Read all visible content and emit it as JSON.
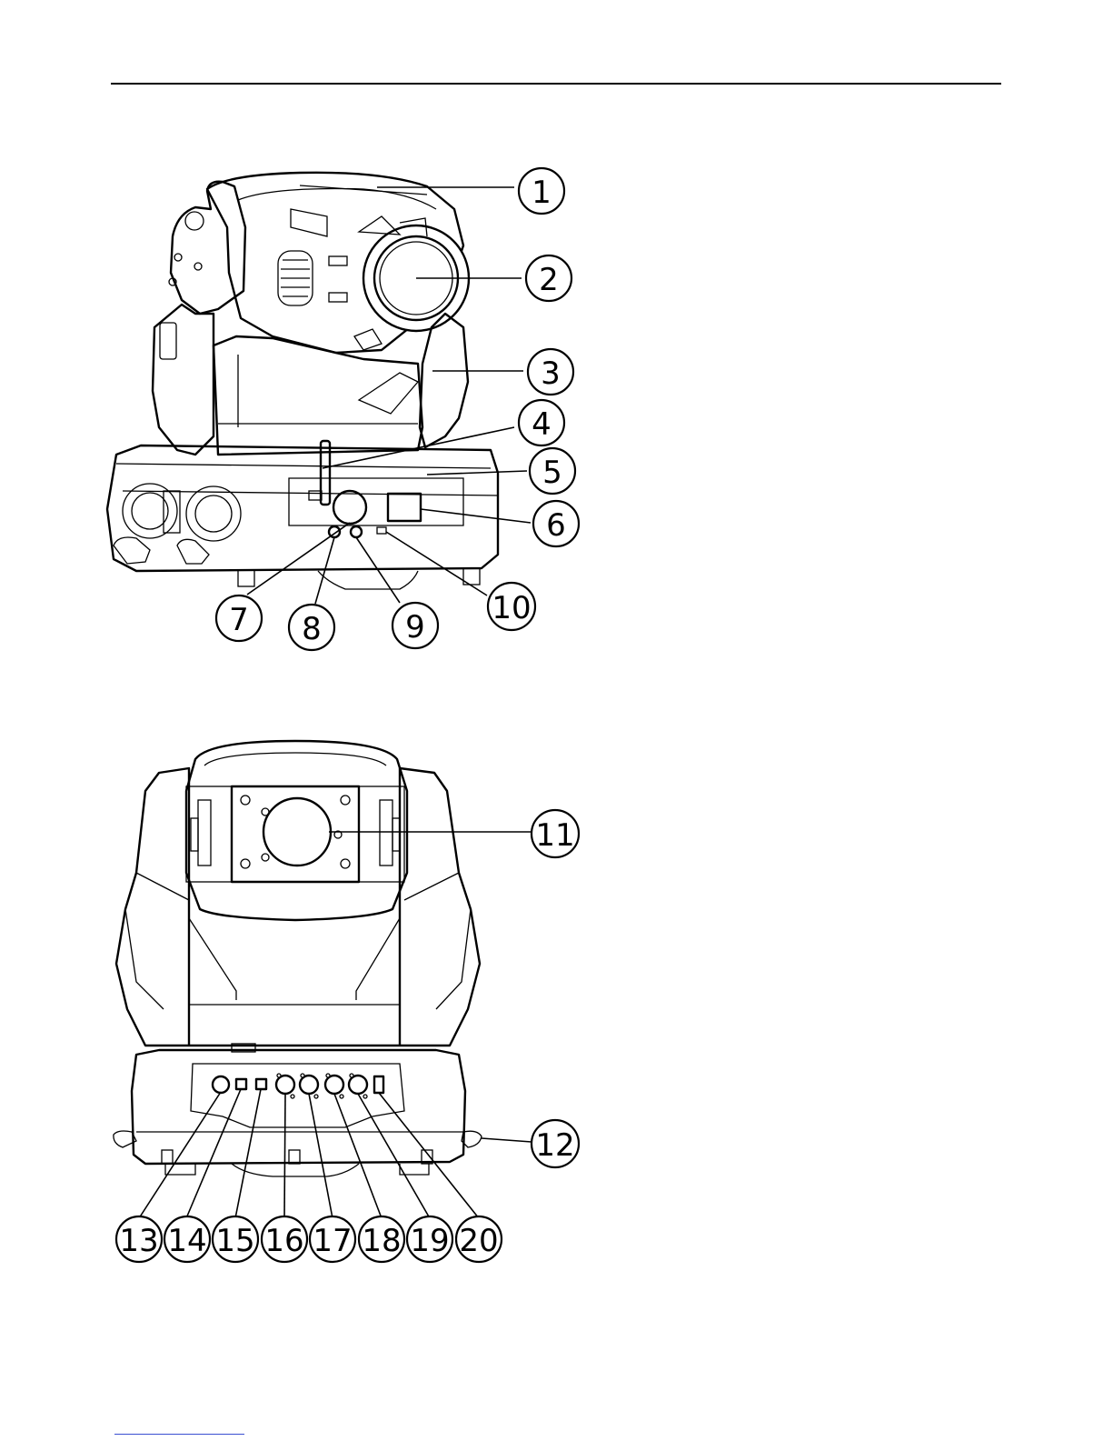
{
  "figure_front": {
    "callouts": [
      "1",
      "2",
      "3",
      "4",
      "5",
      "6",
      "7",
      "8",
      "9",
      "10"
    ]
  },
  "figure_back": {
    "callouts": [
      "11",
      "12",
      "13",
      "14",
      "15",
      "16",
      "17",
      "18",
      "19",
      "20"
    ]
  }
}
